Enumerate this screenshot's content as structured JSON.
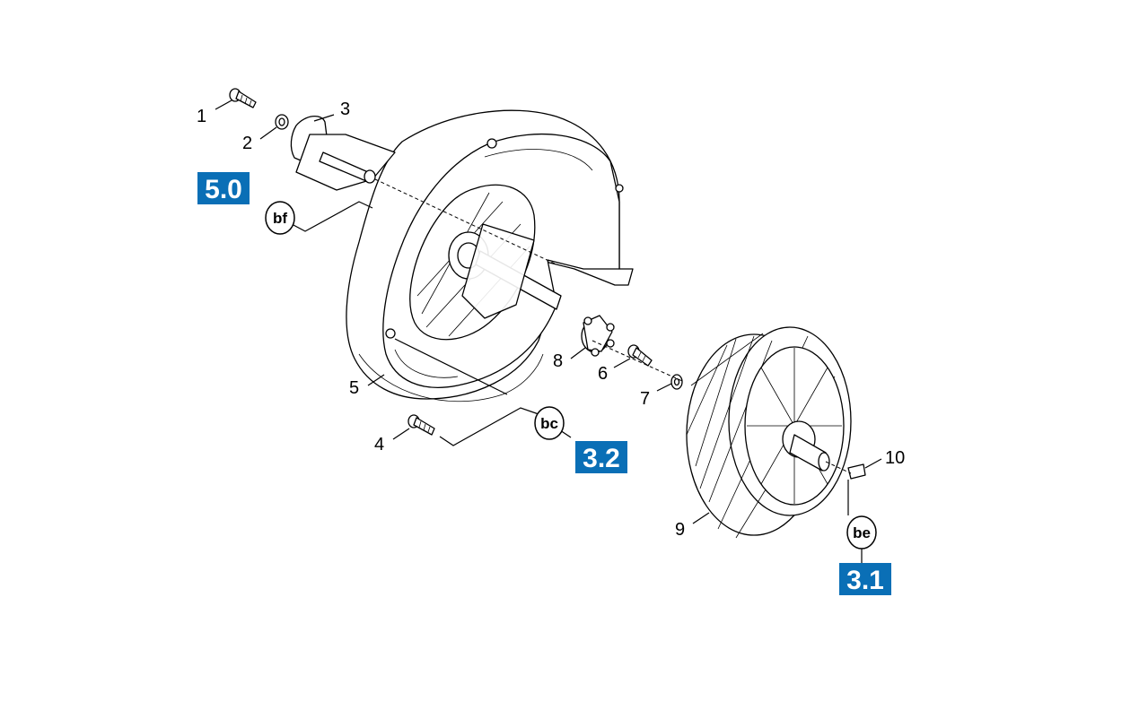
{
  "callouts": {
    "p1": "1",
    "p2": "2",
    "p3": "3",
    "p4": "4",
    "p5": "5",
    "p6": "6",
    "p7": "7",
    "p8": "8",
    "p9": "9",
    "p10": "10"
  },
  "codes": {
    "bf": "bf",
    "bc": "bc",
    "be": "be"
  },
  "badges": {
    "b50": "5.0",
    "b32": "3.2",
    "b31": "3.1"
  },
  "colors": {
    "badge": "#0a6fb6",
    "line": "#000000"
  }
}
